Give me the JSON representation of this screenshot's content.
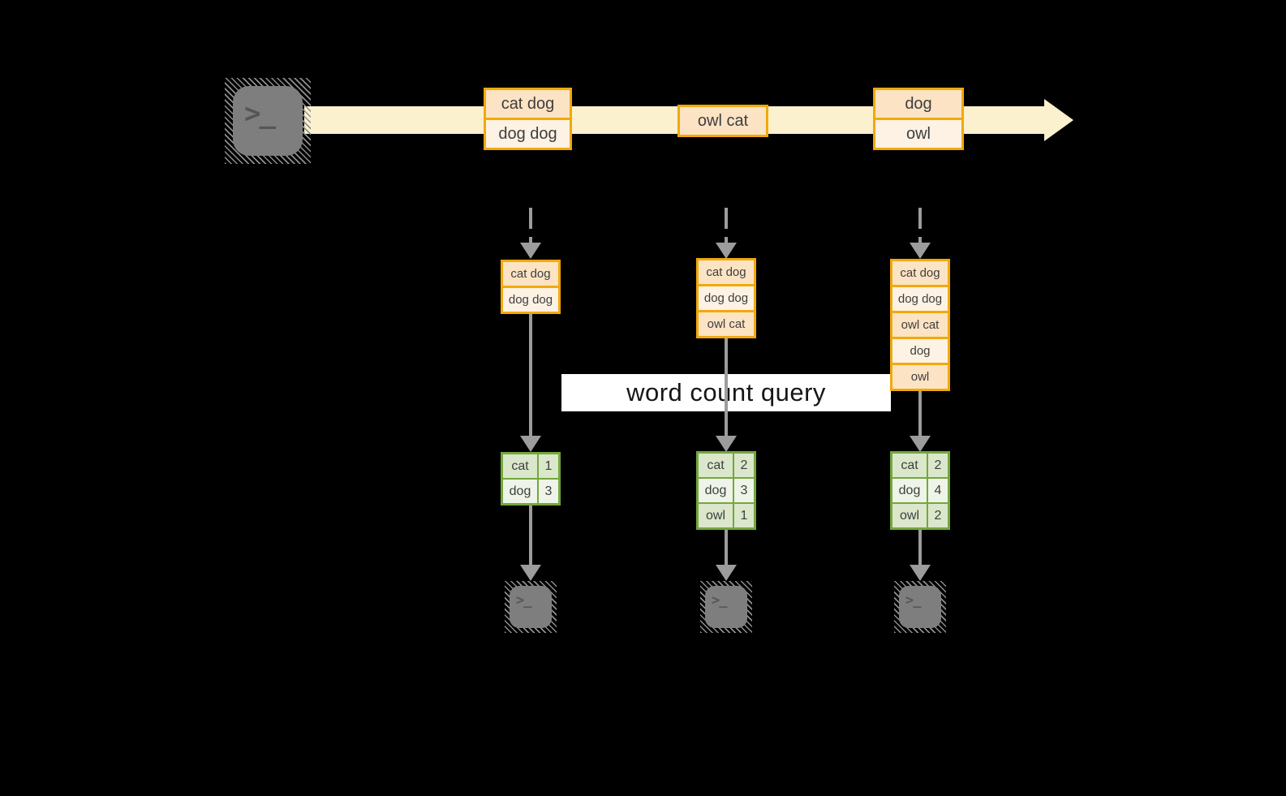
{
  "diagram": {
    "terminal_glyph": ">_",
    "query_label": "word count query",
    "stream_events": [
      {
        "rows": [
          "cat dog",
          "dog dog"
        ]
      },
      {
        "rows": [
          "owl cat"
        ]
      },
      {
        "rows": [
          "dog",
          "owl"
        ]
      }
    ],
    "pipelines": [
      {
        "buffer_rows": [
          "cat dog",
          "dog dog"
        ],
        "count_rows": [
          {
            "word": "cat",
            "count": "1"
          },
          {
            "word": "dog",
            "count": "3"
          }
        ]
      },
      {
        "buffer_rows": [
          "cat dog",
          "dog dog",
          "owl cat"
        ],
        "count_rows": [
          {
            "word": "cat",
            "count": "2"
          },
          {
            "word": "dog",
            "count": "3"
          },
          {
            "word": "owl",
            "count": "1"
          }
        ]
      },
      {
        "buffer_rows": [
          "cat dog",
          "dog dog",
          "owl cat",
          "dog",
          "owl"
        ],
        "count_rows": [
          {
            "word": "cat",
            "count": "2"
          },
          {
            "word": "dog",
            "count": "4"
          },
          {
            "word": "owl",
            "count": "2"
          }
        ]
      }
    ],
    "colors": {
      "background": "#000000",
      "stream_fill": "#fcf1cf",
      "event_border": "#f1a90b",
      "event_fill_dark": "#fbe3c4",
      "event_fill_light": "#fdf2e3",
      "table_border": "#73a73e",
      "table_fill_dark": "#dbe7cb",
      "table_fill_light": "#eef4e7",
      "connector_gray": "#9c9c9c",
      "banner_bg": "#ffffff"
    }
  }
}
